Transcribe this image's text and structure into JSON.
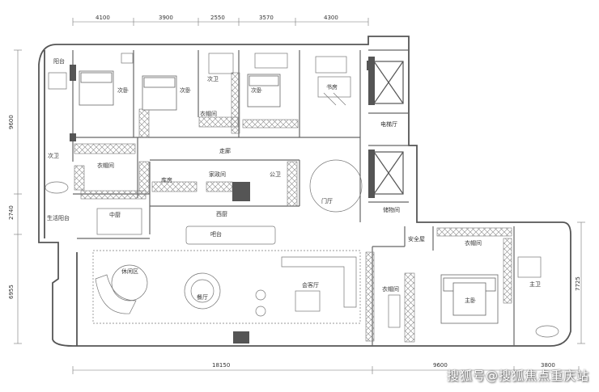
{
  "dimensions": {
    "top": [
      "4100",
      "3900",
      "2550",
      "3570",
      "4300"
    ],
    "bottom": [
      "18150",
      "9600",
      "3800"
    ],
    "left": [
      "9600",
      "2740",
      "6955"
    ],
    "right": [
      "7725"
    ]
  },
  "rooms": {
    "balcony": "阳台",
    "bedroom_2a": "次卧",
    "bedroom_2b": "次卧",
    "bath_2a": "次卫",
    "bedroom_2c": "次卧",
    "study": "书房",
    "bath_2b": "次卫",
    "closet_a": "衣帽间",
    "closet_b": "衣帽间",
    "elevator_hall": "电梯厅",
    "corridor": "走廊",
    "foyer": "门厅",
    "storage": "储物间",
    "chinese_kitchen": "中厨",
    "pantry": "库房",
    "utility": "家政间",
    "guest_bath": "公卫",
    "service_balcony": "生活阳台",
    "western_kitchen": "西厨",
    "bar": "吧台",
    "leisure": "休闲区",
    "dining": "餐厅",
    "living": "会客厅",
    "safe_room": "安全屋",
    "closet_c": "衣帽间",
    "closet_d": "衣帽间",
    "master_bed": "主卧",
    "master_bath": "主卫"
  },
  "watermark": "搜狐号@搜狐焦点重庆站",
  "colors": {
    "wall": "#555555",
    "line": "#777777",
    "hatch": "#999999"
  }
}
